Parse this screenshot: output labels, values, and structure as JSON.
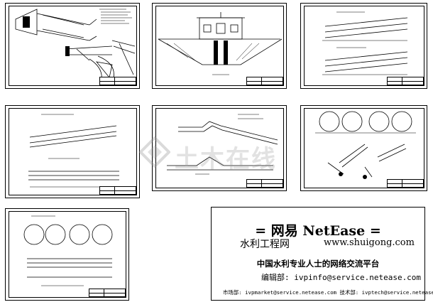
{
  "watermark": {
    "text": "土木在线"
  },
  "netease_box": {
    "title": "= 网易 NetEase =",
    "site_name": "水利工程网",
    "site_url": "www.shuigong.com",
    "platform": "中国水利专业人士的网络交流平台",
    "editor": "编辑部: ivpinfo@service.netease.com",
    "contacts": "市场部: ivpmarket@service.netease.com   技术部: ivptech@service.netease.com"
  }
}
